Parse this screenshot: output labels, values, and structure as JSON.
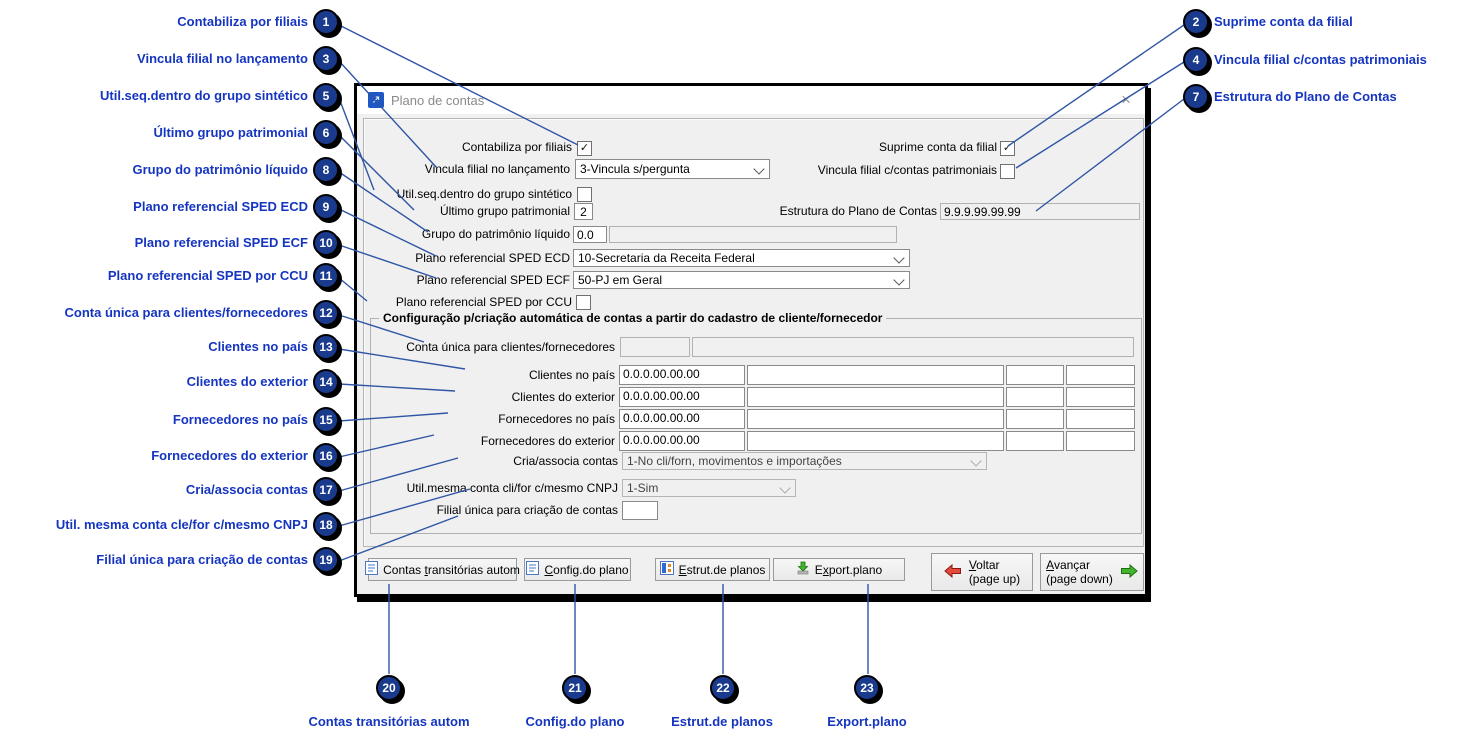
{
  "window": {
    "title": "Plano de contas",
    "close_glyph": "×",
    "icon_glyph": "↗"
  },
  "main": {
    "contabiliza_label": "Contabiliza por filiais",
    "vincula_lanc_label": "Vincula filial no lançamento",
    "vincula_lanc_value": "3-Vincula s/pergunta",
    "utilseq_label": "Util.seq.dentro do grupo sintético",
    "ultimo_label": "Último grupo patrimonial",
    "ultimo_value": "2",
    "grupo_pl_label": "Grupo do patrimônio líquido",
    "grupo_pl_value": "0.0",
    "ecd_label": "Plano referencial SPED ECD",
    "ecd_value": "10-Secretaria da Receita Federal",
    "ecf_label": "Plano referencial SPED ECF",
    "ecf_value": "50-PJ em Geral",
    "ccu_label": "Plano referencial SPED por CCU",
    "suprime_label": "Suprime conta da filial",
    "vincula_patr_label": "Vincula filial c/contas patrimoniais",
    "estrutura_label": "Estrutura do Plano de Contas",
    "estrutura_value": "9.9.9.99.99.99",
    "check_glyph": "✓"
  },
  "group": {
    "title": "Configuração p/criação automática de contas a partir do cadastro de cliente/fornecedor",
    "conta_unica_label": "Conta única para clientes/fornecedores",
    "rows": [
      {
        "label": "Clientes no país",
        "value": "0.0.0.00.00.00"
      },
      {
        "label": "Clientes do exterior",
        "value": "0.0.0.00.00.00"
      },
      {
        "label": "Fornecedores no país",
        "value": "0.0.0.00.00.00"
      },
      {
        "label": "Fornecedores do exterior",
        "value": "0.0.0.00.00.00"
      }
    ],
    "cria_label": "Cria/associa contas",
    "cria_value": "1-No cli/forn, movimentos e importações",
    "cnpj_label": "Util.mesma conta cli/for c/mesmo CNPJ",
    "cnpj_value": "1-Sim",
    "filial_label": "Filial única para criação de contas"
  },
  "buttons": {
    "b1": {
      "pre": "Contas ",
      "key": "t",
      "post": "ransitórias autom"
    },
    "b2": {
      "pre": "",
      "key": "C",
      "post": "onfig.do plano"
    },
    "b3": {
      "pre": "",
      "key": "E",
      "post": "strut.de planos"
    },
    "b4": {
      "pre": "E",
      "key": "x",
      "post": "port.plano"
    },
    "voltar": {
      "key": "V",
      "post": "oltar",
      "sub": "(page up)"
    },
    "avancar": {
      "key": "A",
      "post": "vançar",
      "sub": "(page down)"
    }
  },
  "callouts": {
    "left": [
      {
        "num": "1",
        "label": "Contabiliza por filiais"
      },
      {
        "num": "3",
        "label": "Vincula filial no lançamento"
      },
      {
        "num": "5",
        "label": "Util.seq.dentro do grupo sintético"
      },
      {
        "num": "6",
        "label": "Último grupo patrimonial"
      },
      {
        "num": "8",
        "label": "Grupo do patrimônio líquido"
      },
      {
        "num": "9",
        "label": "Plano referencial SPED ECD"
      },
      {
        "num": "10",
        "label": "Plano referencial SPED ECF"
      },
      {
        "num": "11",
        "label": "Plano referencial SPED por CCU"
      },
      {
        "num": "12",
        "label": "Conta única para clientes/fornecedores"
      },
      {
        "num": "13",
        "label": "Clientes no país"
      },
      {
        "num": "14",
        "label": "Clientes do exterior"
      },
      {
        "num": "15",
        "label": "Fornecedores no país"
      },
      {
        "num": "16",
        "label": "Fornecedores do exterior"
      },
      {
        "num": "17",
        "label": "Cria/associa contas"
      },
      {
        "num": "18",
        "label": "Util. mesma conta cle/for c/mesmo CNPJ"
      },
      {
        "num": "19",
        "label": "Filial única para criação de contas"
      }
    ],
    "right": [
      {
        "num": "2",
        "label": "Suprime conta da filial"
      },
      {
        "num": "4",
        "label": "Vincula filial c/contas patrimoniais"
      },
      {
        "num": "7",
        "label": "Estrutura do Plano de Contas"
      }
    ],
    "bottom": [
      {
        "num": "20",
        "label": "Contas transitórias autom"
      },
      {
        "num": "21",
        "label": "Config.do plano"
      },
      {
        "num": "22",
        "label": "Estrut.de planos"
      },
      {
        "num": "23",
        "label": "Export.plano"
      }
    ]
  },
  "colors": {
    "accent_blue": "#1535c0",
    "circle_blue": "#1a3a8e",
    "line_blue": "#2f55a5"
  }
}
